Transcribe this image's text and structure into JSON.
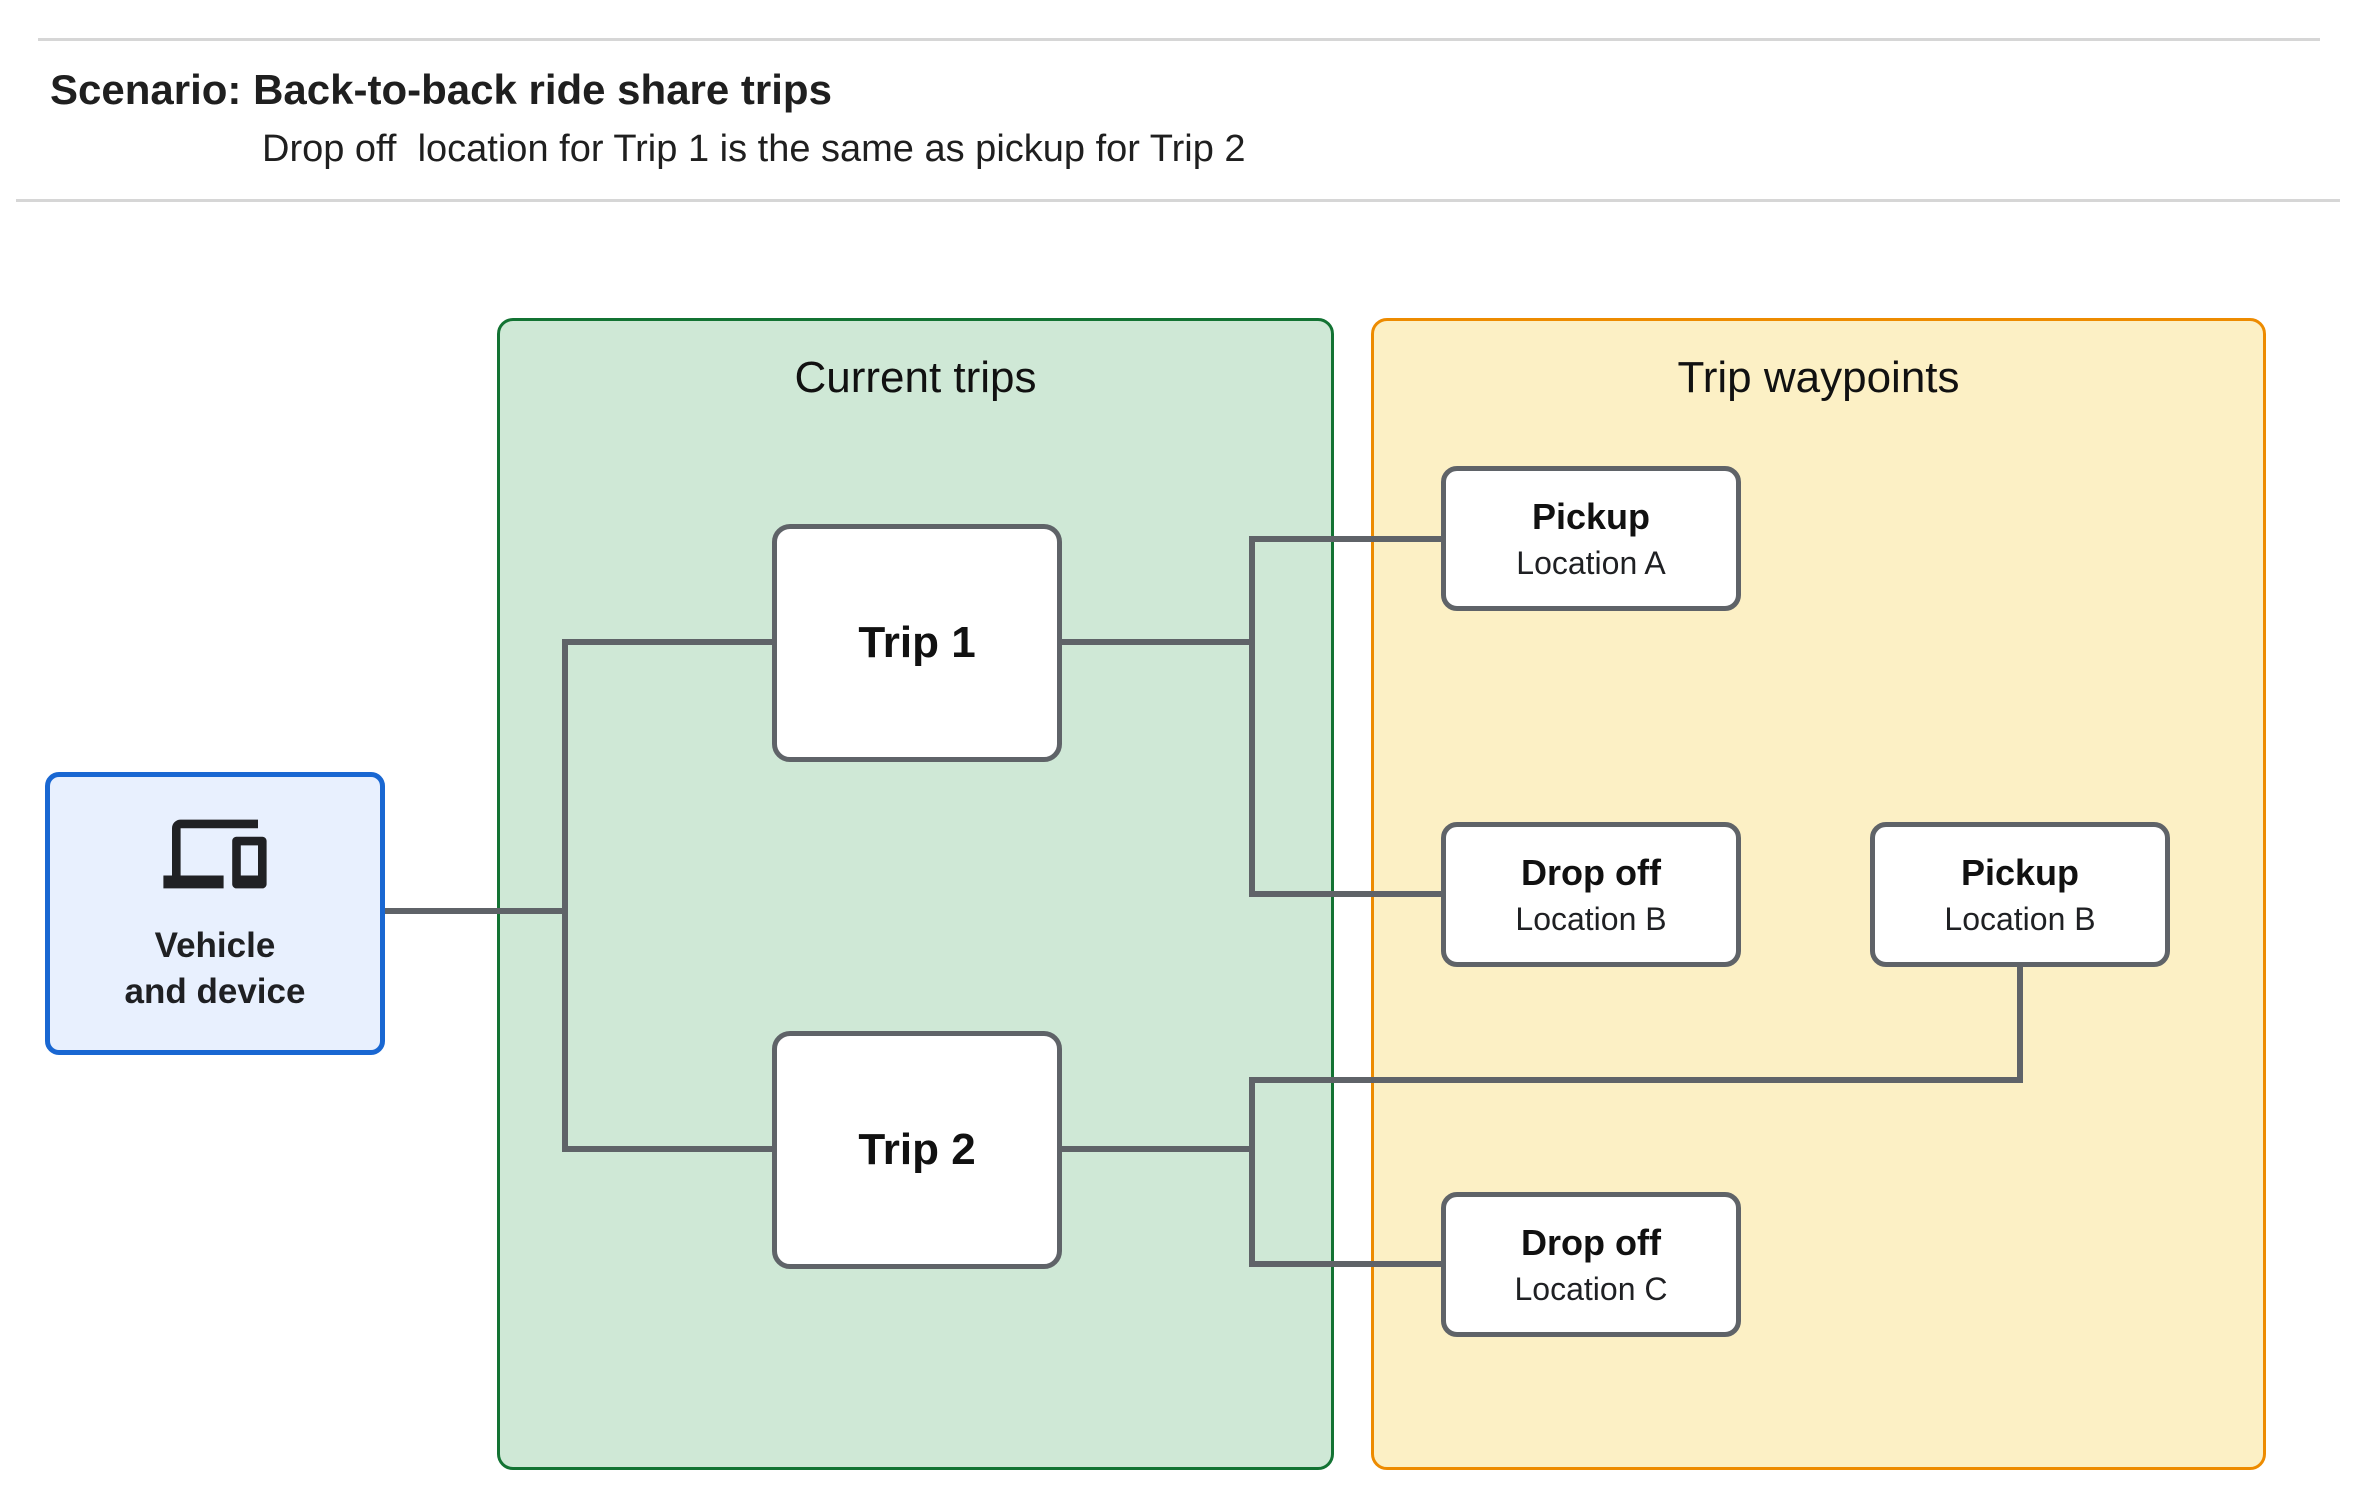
{
  "header": {
    "title": "Scenario: Back-to-back ride share trips",
    "subtitle": "Drop off  location for Trip 1 is the same as pickup for Trip 2"
  },
  "groups": {
    "current_trips": {
      "label": "Current trips",
      "fill": "#cfe8d6",
      "border": "#137333"
    },
    "trip_waypoints": {
      "label": "Trip waypoints",
      "fill": "#fcf0c5",
      "border": "#ed8b00"
    }
  },
  "vehicle": {
    "line1": "Vehicle",
    "line2": "and device",
    "icon": "devices-icon",
    "fill": "#e8f0fe",
    "border": "#1967d2"
  },
  "trips": [
    {
      "label": "Trip 1"
    },
    {
      "label": "Trip 2"
    }
  ],
  "waypoints": [
    {
      "title": "Pickup",
      "subtitle": "Location A"
    },
    {
      "title": "Drop off",
      "subtitle": "Location B"
    },
    {
      "title": "Pickup",
      "subtitle": "Location B"
    },
    {
      "title": "Drop off",
      "subtitle": "Location C"
    }
  ],
  "colors": {
    "connector": "#5f6368",
    "node_border": "#5f6368",
    "divider": "#d6d6d6",
    "text": "#1f2023",
    "icon": "#202124"
  }
}
